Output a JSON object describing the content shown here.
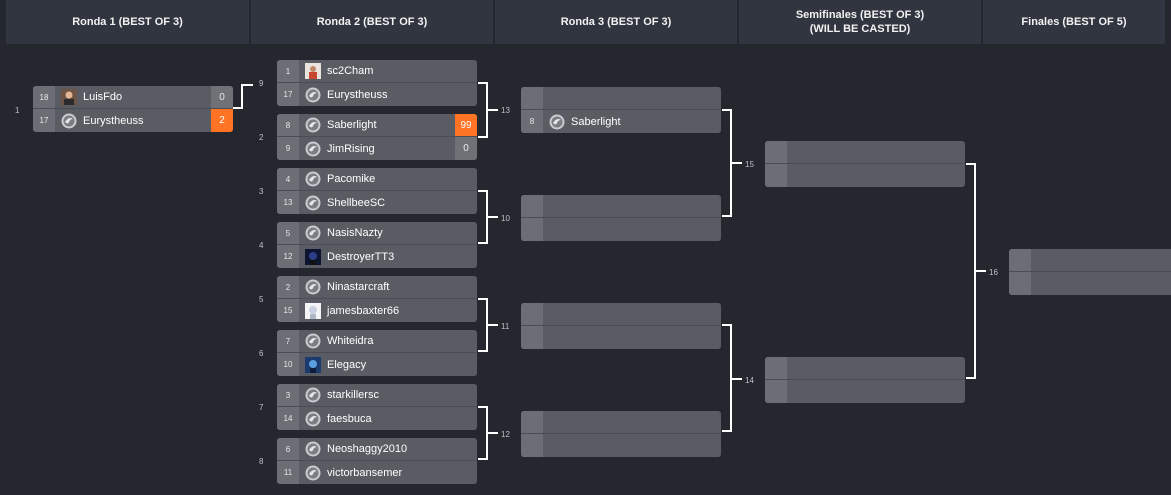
{
  "headers": [
    "Ronda 1 (BEST OF 3)",
    "Ronda 2 (BEST OF 3)",
    "Ronda 3 (BEST OF 3)",
    "Semifinales (BEST OF 3)\n(WILL BE CASTED)",
    "Finales (BEST OF 5)"
  ],
  "colors": {
    "winner_score_bg": "#ff7324",
    "background": "#24272e",
    "header_bg": "#31353f"
  },
  "round1": {
    "match1": {
      "number": "1",
      "p1": {
        "seed": "18",
        "name": "LuisFdo",
        "score": "0",
        "icon": "photo-avatar-icon"
      },
      "p2": {
        "seed": "17",
        "name": "Eurystheuss",
        "score": "2",
        "icon": "sc2-logo-icon",
        "winner": true
      }
    }
  },
  "round2": [
    {
      "number": "9",
      "p1": {
        "seed": "1",
        "name": "sc2Cham",
        "score": "",
        "icon": "photo-avatar-icon"
      },
      "p2": {
        "seed": "17",
        "name": "Eurystheuss",
        "score": "",
        "icon": "sc2-logo-icon"
      }
    },
    {
      "number": "2",
      "p1": {
        "seed": "8",
        "name": "Saberlight",
        "score": "99",
        "icon": "sc2-logo-icon",
        "winner": true
      },
      "p2": {
        "seed": "9",
        "name": "JimRising",
        "score": "0",
        "icon": "sc2-logo-icon"
      }
    },
    {
      "number": "3",
      "p1": {
        "seed": "4",
        "name": "Pacomike",
        "score": "",
        "icon": "sc2-logo-icon"
      },
      "p2": {
        "seed": "13",
        "name": "ShellbeeSC",
        "score": "",
        "icon": "sc2-logo-icon"
      }
    },
    {
      "number": "4",
      "p1": {
        "seed": "5",
        "name": "NasisNazty",
        "score": "",
        "icon": "sc2-logo-icon"
      },
      "p2": {
        "seed": "12",
        "name": "DestroyerTT3",
        "score": "",
        "icon": "dark-avatar-icon"
      }
    },
    {
      "number": "5",
      "p1": {
        "seed": "2",
        "name": "Ninastarcraft",
        "score": "",
        "icon": "sc2-logo-icon"
      },
      "p2": {
        "seed": "15",
        "name": "jamesbaxter66",
        "score": "",
        "icon": "white-avatar-icon"
      }
    },
    {
      "number": "6",
      "p1": {
        "seed": "7",
        "name": "Whiteidra",
        "score": "",
        "icon": "sc2-logo-icon"
      },
      "p2": {
        "seed": "10",
        "name": "Elegacy",
        "score": "",
        "icon": "blue-avatar-icon"
      }
    },
    {
      "number": "7",
      "p1": {
        "seed": "3",
        "name": "starkillersc",
        "score": "",
        "icon": "sc2-logo-icon"
      },
      "p2": {
        "seed": "14",
        "name": "faesbuca",
        "score": "",
        "icon": "sc2-logo-icon"
      }
    },
    {
      "number": "8",
      "p1": {
        "seed": "6",
        "name": "Neoshaggy2010",
        "score": "",
        "icon": "sc2-logo-icon"
      },
      "p2": {
        "seed": "11",
        "name": "victorbansemer",
        "score": "",
        "icon": "sc2-logo-icon"
      }
    }
  ],
  "round3": [
    {
      "number": "13",
      "p1": {
        "seed": "",
        "name": ""
      },
      "p2": {
        "seed": "8",
        "name": "Saberlight",
        "icon": "sc2-logo-icon"
      }
    },
    {
      "number": "10",
      "p1": {
        "seed": "",
        "name": ""
      },
      "p2": {
        "seed": "",
        "name": ""
      }
    },
    {
      "number": "11",
      "p1": {
        "seed": "",
        "name": ""
      },
      "p2": {
        "seed": "",
        "name": ""
      }
    },
    {
      "number": "12",
      "p1": {
        "seed": "",
        "name": ""
      },
      "p2": {
        "seed": "",
        "name": ""
      }
    }
  ],
  "semis": [
    {
      "number": "15"
    },
    {
      "number": "14"
    }
  ],
  "final": {
    "number": "16"
  }
}
